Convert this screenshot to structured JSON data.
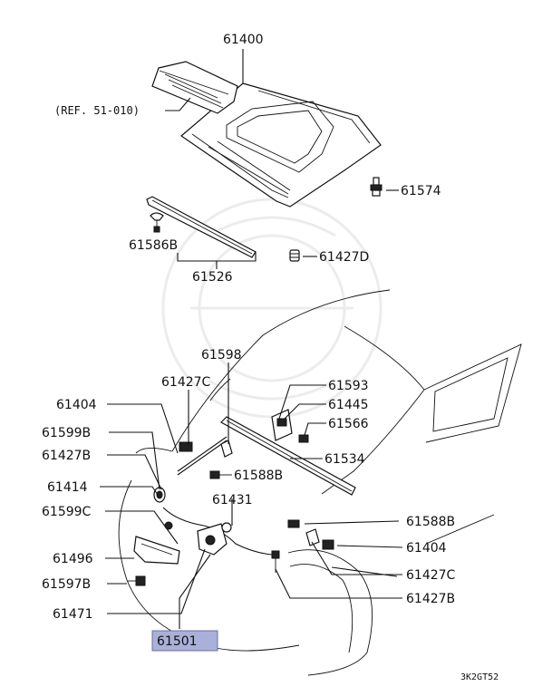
{
  "diagram": {
    "reference_note": "(REF. 51-010)",
    "highlight_color": "#aab0d8",
    "diagram_code": "3K2GT52",
    "labels": {
      "p61400": "61400",
      "p61574": "61574",
      "p61586B": "61586B",
      "p61526": "61526",
      "p61427D": "61427D",
      "p61598": "61598",
      "p61593": "61593",
      "p61427C_top": "61427C",
      "p61445": "61445",
      "p61404_left": "61404",
      "p61566": "61566",
      "p61599B": "61599B",
      "p61534": "61534",
      "p61427B_left": "61427B",
      "p61588B_center": "61588B",
      "p61414": "61414",
      "p61431": "61431",
      "p61599C": "61599C",
      "p61588B_right": "61588B",
      "p61404_right": "61404",
      "p61496": "61496",
      "p61427C_right": "61427C",
      "p61597B": "61597B",
      "p61427B_right": "61427B",
      "p61471": "61471",
      "p61501": "61501"
    }
  }
}
